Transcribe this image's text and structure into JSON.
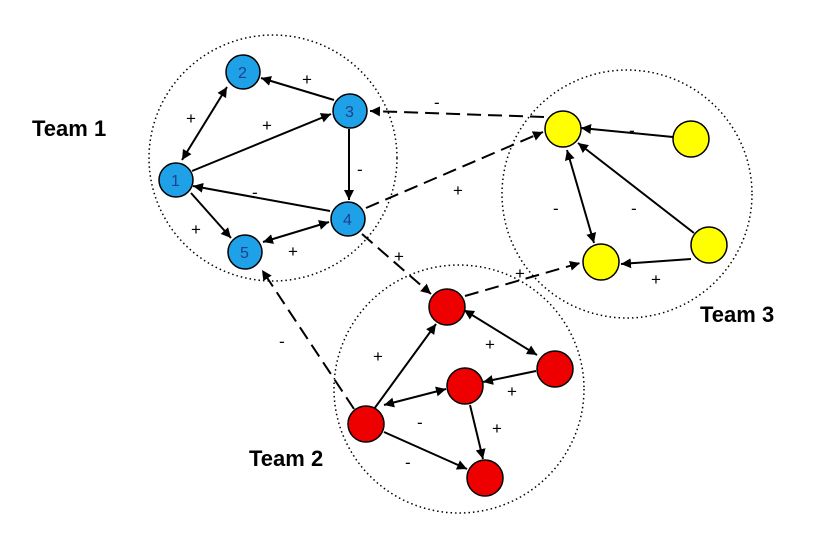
{
  "teams": [
    {
      "id": "team1",
      "label": "Team 1"
    },
    {
      "id": "team2",
      "label": "Team 2"
    },
    {
      "id": "team3",
      "label": "Team 3"
    }
  ],
  "colors": {
    "team1_node": "#1ea1e6",
    "team2_node": "#ee0000",
    "team3_node": "#ffff00",
    "edge": "#000000"
  },
  "nodes": [
    {
      "id": "t1n1",
      "team": "team1",
      "label": "1"
    },
    {
      "id": "t1n2",
      "team": "team1",
      "label": "2"
    },
    {
      "id": "t1n3",
      "team": "team1",
      "label": "3"
    },
    {
      "id": "t1n4",
      "team": "team1",
      "label": "4"
    },
    {
      "id": "t1n5",
      "team": "team1",
      "label": "5"
    },
    {
      "id": "t3a",
      "team": "team3",
      "label": ""
    },
    {
      "id": "t3b",
      "team": "team3",
      "label": ""
    },
    {
      "id": "t3c",
      "team": "team3",
      "label": ""
    },
    {
      "id": "t3d",
      "team": "team3",
      "label": ""
    },
    {
      "id": "t2a",
      "team": "team2",
      "label": ""
    },
    {
      "id": "t2b",
      "team": "team2",
      "label": ""
    },
    {
      "id": "t2c",
      "team": "team2",
      "label": ""
    },
    {
      "id": "t2d",
      "team": "team2",
      "label": ""
    },
    {
      "id": "t2e",
      "team": "team2",
      "label": ""
    }
  ],
  "edges": [
    {
      "id": "e1",
      "sign": "+"
    },
    {
      "id": "e2",
      "sign": "+"
    },
    {
      "id": "e3",
      "sign": "+"
    },
    {
      "id": "e4",
      "sign": "-"
    },
    {
      "id": "e5",
      "sign": "-"
    },
    {
      "id": "e6",
      "sign": "+"
    },
    {
      "id": "e7",
      "sign": "+"
    },
    {
      "id": "e8",
      "sign": "-"
    },
    {
      "id": "e9",
      "sign": "+"
    },
    {
      "id": "e10",
      "sign": "-"
    },
    {
      "id": "e11",
      "sign": "+"
    },
    {
      "id": "e12",
      "sign": "+"
    },
    {
      "id": "e13",
      "sign": "+"
    },
    {
      "id": "e14",
      "sign": "+"
    },
    {
      "id": "e15",
      "sign": "+"
    },
    {
      "id": "e16",
      "sign": "-"
    },
    {
      "id": "e17",
      "sign": "-"
    },
    {
      "id": "e18",
      "sign": "-"
    },
    {
      "id": "e19",
      "sign": "-"
    },
    {
      "id": "e20",
      "sign": "+"
    },
    {
      "id": "e21",
      "sign": "-"
    },
    {
      "id": "e22",
      "sign": "+"
    }
  ]
}
